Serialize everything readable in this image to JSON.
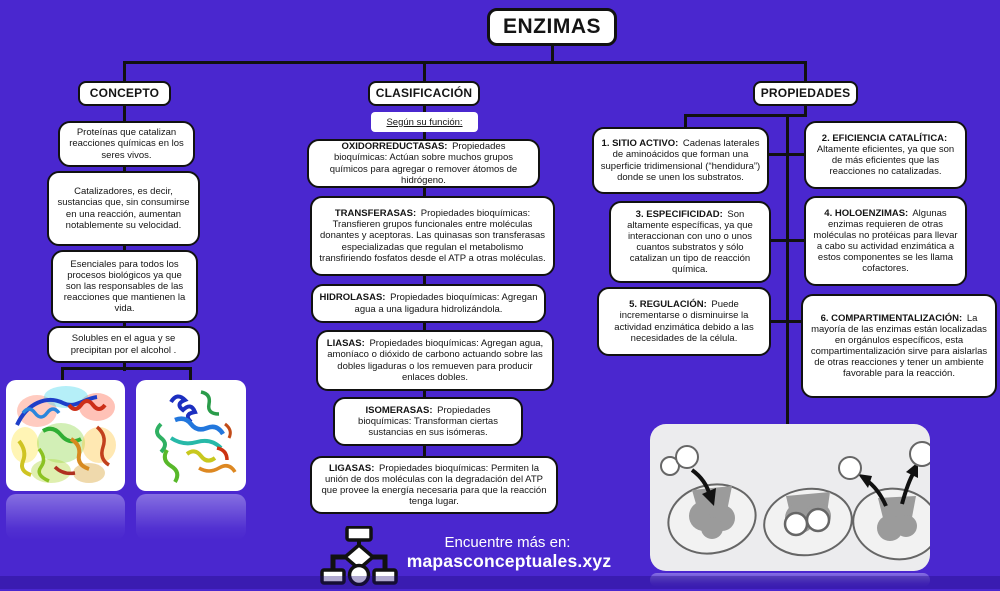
{
  "title": "ENZIMAS",
  "branches": {
    "concepto": {
      "header": "CONCEPTO",
      "items": [
        "Proteínas que catalizan reacciones químicas en los seres vivos.",
        "Catalizadores, es decir, sustancias que, sin consumirse en una reacción, aumentan notablemente su velocidad.",
        "Esenciales para todos los procesos biológicos ya que son las responsables de las reacciones que mantienen la vida.",
        "Solubles en el agua y se precipitan por el alcohol ."
      ]
    },
    "clasificacion": {
      "header": "CLASIFICACIÓN",
      "subheader": "Según su función:",
      "items": [
        {
          "term": "OXIDORREDUCTASAS:",
          "text": "Propiedades bioquímicas: Actúan sobre muchos grupos químicos para agregar o remover átomos de hidrógeno."
        },
        {
          "term": "TRANSFERASAS:",
          "text": "Propiedades bioquímicas: Transfieren grupos funcionales entre moléculas donantes y aceptoras. Las quinasas son transferasas especializadas que regulan el metabolismo transfiriendo fosfatos desde el ATP a otras moléculas."
        },
        {
          "term": "HIDROLASAS:",
          "text": "Propiedades bioquímicas: Agregan agua a una ligadura hidrolizándola."
        },
        {
          "term": "LIASAS:",
          "text": "Propiedades bioquímicas: Agregan agua, amoníaco o dióxido de carbono actuando sobre las dobles ligaduras o los remueven para producir enlaces dobles."
        },
        {
          "term": "ISOMERASAS:",
          "text": "Propiedades bioquímicas: Transforman ciertas sustancias en sus isómeras."
        },
        {
          "term": "LIGASAS:",
          "text": "Propiedades bioquímicas: Permiten la unión de dos moléculas con la degradación del ATP que provee la energía necesaria para que la reacción tenga lugar."
        }
      ]
    },
    "propiedades": {
      "header": "PROPIEDADES",
      "items": [
        {
          "term": "1. SITIO ACTIVO:",
          "text": "Cadenas laterales de aminoácidos que forman una superficie tridimensional (“hendidura”) donde se unen los substratos."
        },
        {
          "term": "2. EFICIENCIA CATALÍTICA:",
          "text": "Altamente eficientes, ya que son de más eficientes que las reacciones no catalizadas."
        },
        {
          "term": "3. ESPECIFICIDAD:",
          "text": "Son altamente específicas, ya que interaccionan con uno o unos cuantos substratos y sólo catalizan un tipo de reacción química."
        },
        {
          "term": "4. HOLOENZIMAS:",
          "text": "Algunas enzimas requieren de otras moléculas no protéicas para llevar a cabo su actividad enzimática a estos componentes se les llama cofactores."
        },
        {
          "term": "5. REGULACIÓN:",
          "text": "Puede incrementarse o disminuirse la actividad enzimática debido a las necesidades de la célula."
        },
        {
          "term": "6. COMPARTIMENTALIZACIÓN:",
          "text": "La mayoría de las enzimas están localizadas en orgánulos específicos, esta compartimentalización sirve para aislarlas de otras reacciones y tener un ambiente favorable para la reacción."
        }
      ]
    }
  },
  "images": {
    "protein1": "protein-ribbon-structure-with-surface",
    "protein2": "protein-ribbon-structure",
    "mechanism": "enzyme-substrate-mechanism-three-stages"
  },
  "footer": {
    "line1": "Encuentre más en:",
    "line2": "mapasconceptuales.xyz",
    "logo": "flowchart-logo"
  },
  "colors": {
    "background": "#4a27cf",
    "box_fill": "#ffffff",
    "box_border": "#111111",
    "panel_fill": "#ececee",
    "footer_text": "#ffffff"
  }
}
